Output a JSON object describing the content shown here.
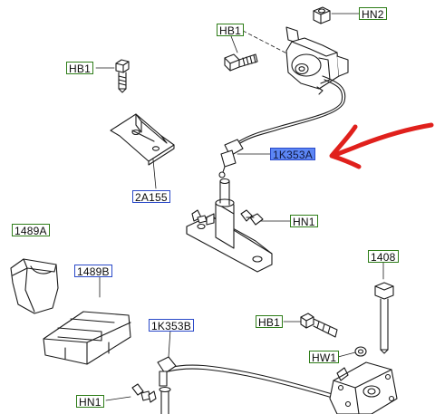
{
  "labels": {
    "hn2": "HN2",
    "hb1_top": "HB1",
    "hb1_left": "HB1",
    "lbl_1k353a": "1K353A",
    "lbl_2a155": "2A155",
    "hn1_mid": "HN1",
    "lbl_1489a": "1489A",
    "lbl_1489b": "1489B",
    "lbl_1408": "1408",
    "lbl_1k353b": "1K353B",
    "hb1_bottom": "HB1",
    "hw1": "HW1",
    "hn1_bottom": "HN1"
  },
  "colors": {
    "part_code_border": "#2a49c8",
    "fastener_code_border": "#2e7d18",
    "highlight_fill": "#5c86f5",
    "arrow": "#e0201c",
    "line_art": "#1a1a1a"
  },
  "icons": {
    "pointer": "red-arrow-icon"
  }
}
